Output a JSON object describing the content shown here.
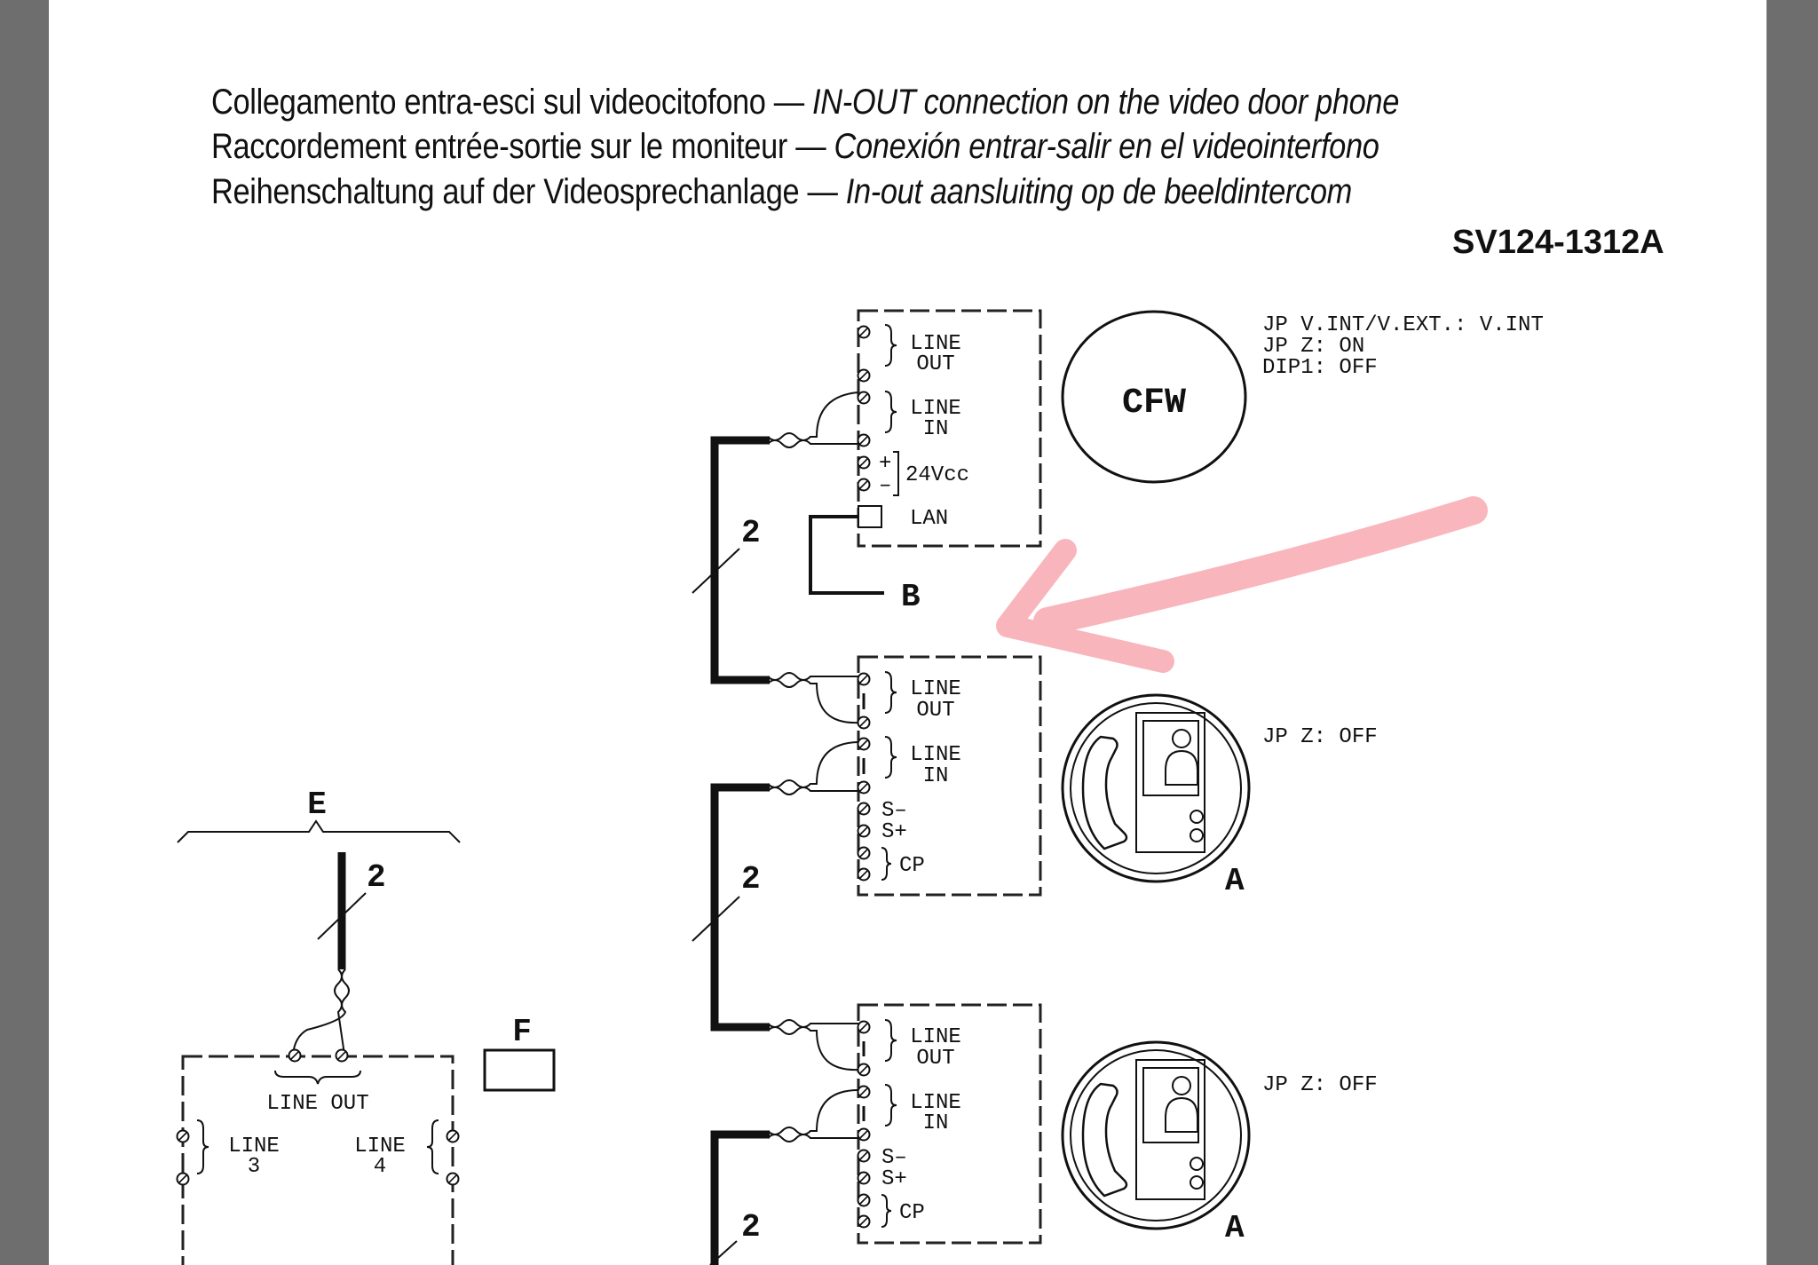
{
  "header": {
    "lines": [
      {
        "normal": "Collegamento entra-esci sul videocitofono — ",
        "italic": "IN-OUT connection on the video door phone"
      },
      {
        "normal": "Raccordement entrée-sortie sur le moniteur — ",
        "italic": "Conexión entrar-salir en el videointerfono"
      },
      {
        "normal": "Reihenschaltung auf der Videosprechanlage — ",
        "italic": "In-out aansluiting op de beeldintercom"
      }
    ],
    "code": "SV124-1312A"
  },
  "unit_cfw": {
    "line_out": [
      "LINE",
      "OUT"
    ],
    "line_in": [
      "LINE",
      "IN"
    ],
    "plus": "+",
    "minus": "–",
    "power": "24Vcc",
    "lan": "LAN",
    "name": "CFW",
    "settings": [
      "JP   V.INT/V.EXT.: V.INT",
      "JP Z: ON",
      "DIP1: OFF"
    ]
  },
  "unit_a1": {
    "line_out": [
      "LINE",
      "OUT"
    ],
    "line_in": [
      "LINE",
      "IN"
    ],
    "s_minus": "S–",
    "s_plus": "S+",
    "cp": "CP",
    "name": "A",
    "settings": "JP Z: OFF"
  },
  "unit_a2": {
    "line_out": [
      "LINE",
      "OUT"
    ],
    "line_in": [
      "LINE",
      "IN"
    ],
    "s_minus": "S–",
    "s_plus": "S+",
    "cp": "CP",
    "name": "A",
    "settings": "JP Z: OFF"
  },
  "labels": {
    "b": "B",
    "e": "E",
    "f": "F",
    "wire_count": "2"
  },
  "unit_e": {
    "line_out": "LINE OUT",
    "line3": [
      "LINE",
      "3"
    ],
    "line4": [
      "LINE",
      "4"
    ]
  },
  "annotation_color": "#f47b86"
}
